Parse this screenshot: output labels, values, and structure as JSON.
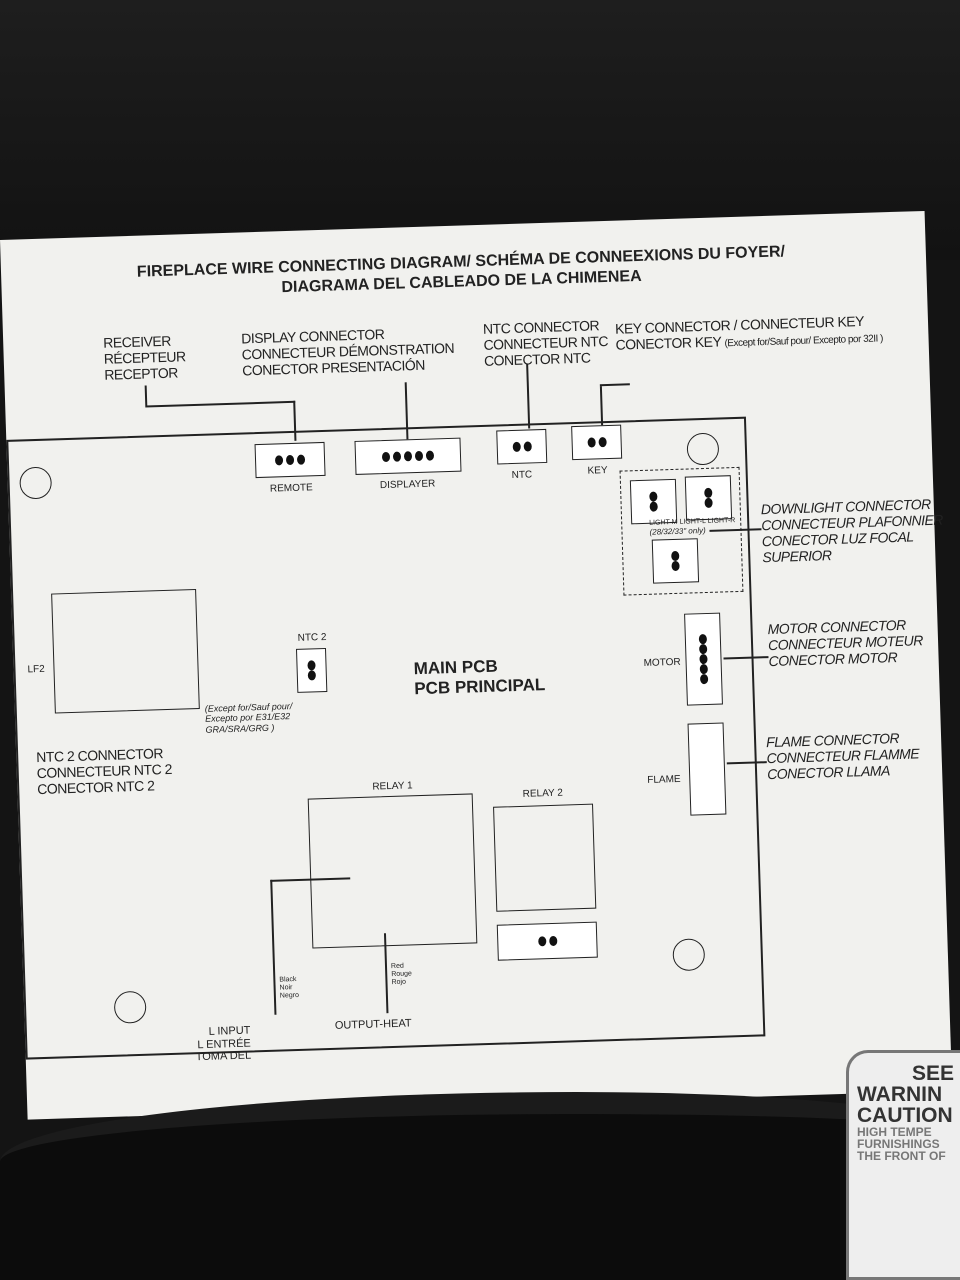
{
  "title_line1": "FIREPLACE WIRE CONNECTING DIAGRAM/ SCHÉMA DE CONNEEXIONS DU FOYER/",
  "title_line2": "DIAGRAMA DEL CABLEADO DE LA CHIMENEA",
  "receiver": [
    "RECEIVER",
    "RÉCEPTEUR",
    "RECEPTOR"
  ],
  "display": [
    "DISPLAY CONNECTOR",
    "CONNECTEUR DÉMONSTRATION",
    "CONECTOR PRESENTACIÓN"
  ],
  "ntc": [
    "NTC CONNECTOR",
    "CONNECTEUR NTC",
    "CONECTOR NTC"
  ],
  "key": [
    "KEY CONNECTOR / CONNECTEUR KEY",
    "CONECTOR KEY",
    "(Except for/Sauf pour/ Excepto por 32II )"
  ],
  "board_labels": {
    "remote": "REMOTE",
    "displayer": "DISPLAYER",
    "ntc": "NTC",
    "key": "KEY",
    "ntc2": "NTC 2",
    "lf2": "LF2",
    "motor": "MOTOR",
    "flame": "FLAME",
    "relay1": "RELAY 1",
    "relay2": "RELAY 2"
  },
  "downlight_pins": [
    "LIGHT-M",
    "LIGHT-L",
    "LIGHT-R"
  ],
  "downlight_note": "(28/32/33\" only)",
  "downlight": [
    "DOWNLIGHT CONNECTOR",
    "CONNECTEUR PLAFONNIER",
    "CONECTOR LUZ FOCAL",
    "SUPERIOR"
  ],
  "main_pcb": [
    "MAIN PCB",
    "PCB PRINCIPAL"
  ],
  "ntc2_note": [
    "(Except for/Sauf pour/",
    "Excepto por E31/E32",
    "GRA/SRA/GRG )"
  ],
  "ntc2": [
    "NTC 2 CONNECTOR",
    "CONNECTEUR NTC 2",
    "CONECTOR NTC 2"
  ],
  "motor": [
    "MOTOR CONNECTOR",
    "CONNECTEUR MOTEUR",
    "CONECTOR MOTOR"
  ],
  "flame": [
    "FLAME CONNECTOR",
    "CONNECTEUR FLAMME",
    "CONECTOR LLAMA"
  ],
  "wire_black": [
    "Black",
    "Noir",
    "Negro"
  ],
  "wire_red": [
    "Red",
    "Rouge",
    "Rojo"
  ],
  "l_input": [
    "L INPUT",
    "L ENTRÉE",
    "TOMA DEL"
  ],
  "output": "OUTPUT-HEAT",
  "sticker": [
    "SEE",
    "WARNIN",
    "CAUTION",
    "HIGH TEMPE",
    "FURNISHINGS",
    "THE FRONT OF"
  ]
}
